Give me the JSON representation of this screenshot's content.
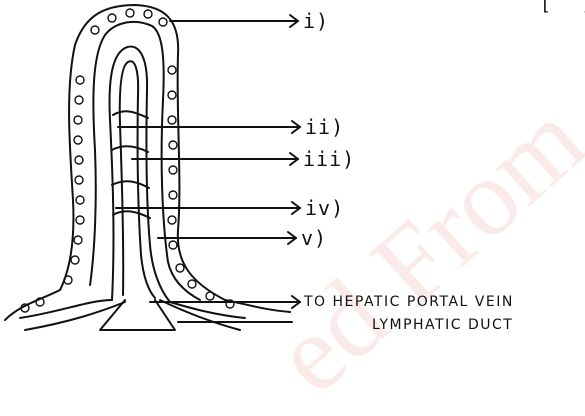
{
  "watermark": "ed From",
  "corner_mark": "[ ]",
  "labels": {
    "i": "i)",
    "ii": "ii)",
    "iii": "iii)",
    "iv": "iv)",
    "v": "v)"
  },
  "captions": {
    "hepatic": "TO HEPATIC PORTAL VEIN",
    "lymphatic": "LYMPHATIC DUCT"
  },
  "colors": {
    "ink": "#111111",
    "watermark": "#dc5050"
  }
}
